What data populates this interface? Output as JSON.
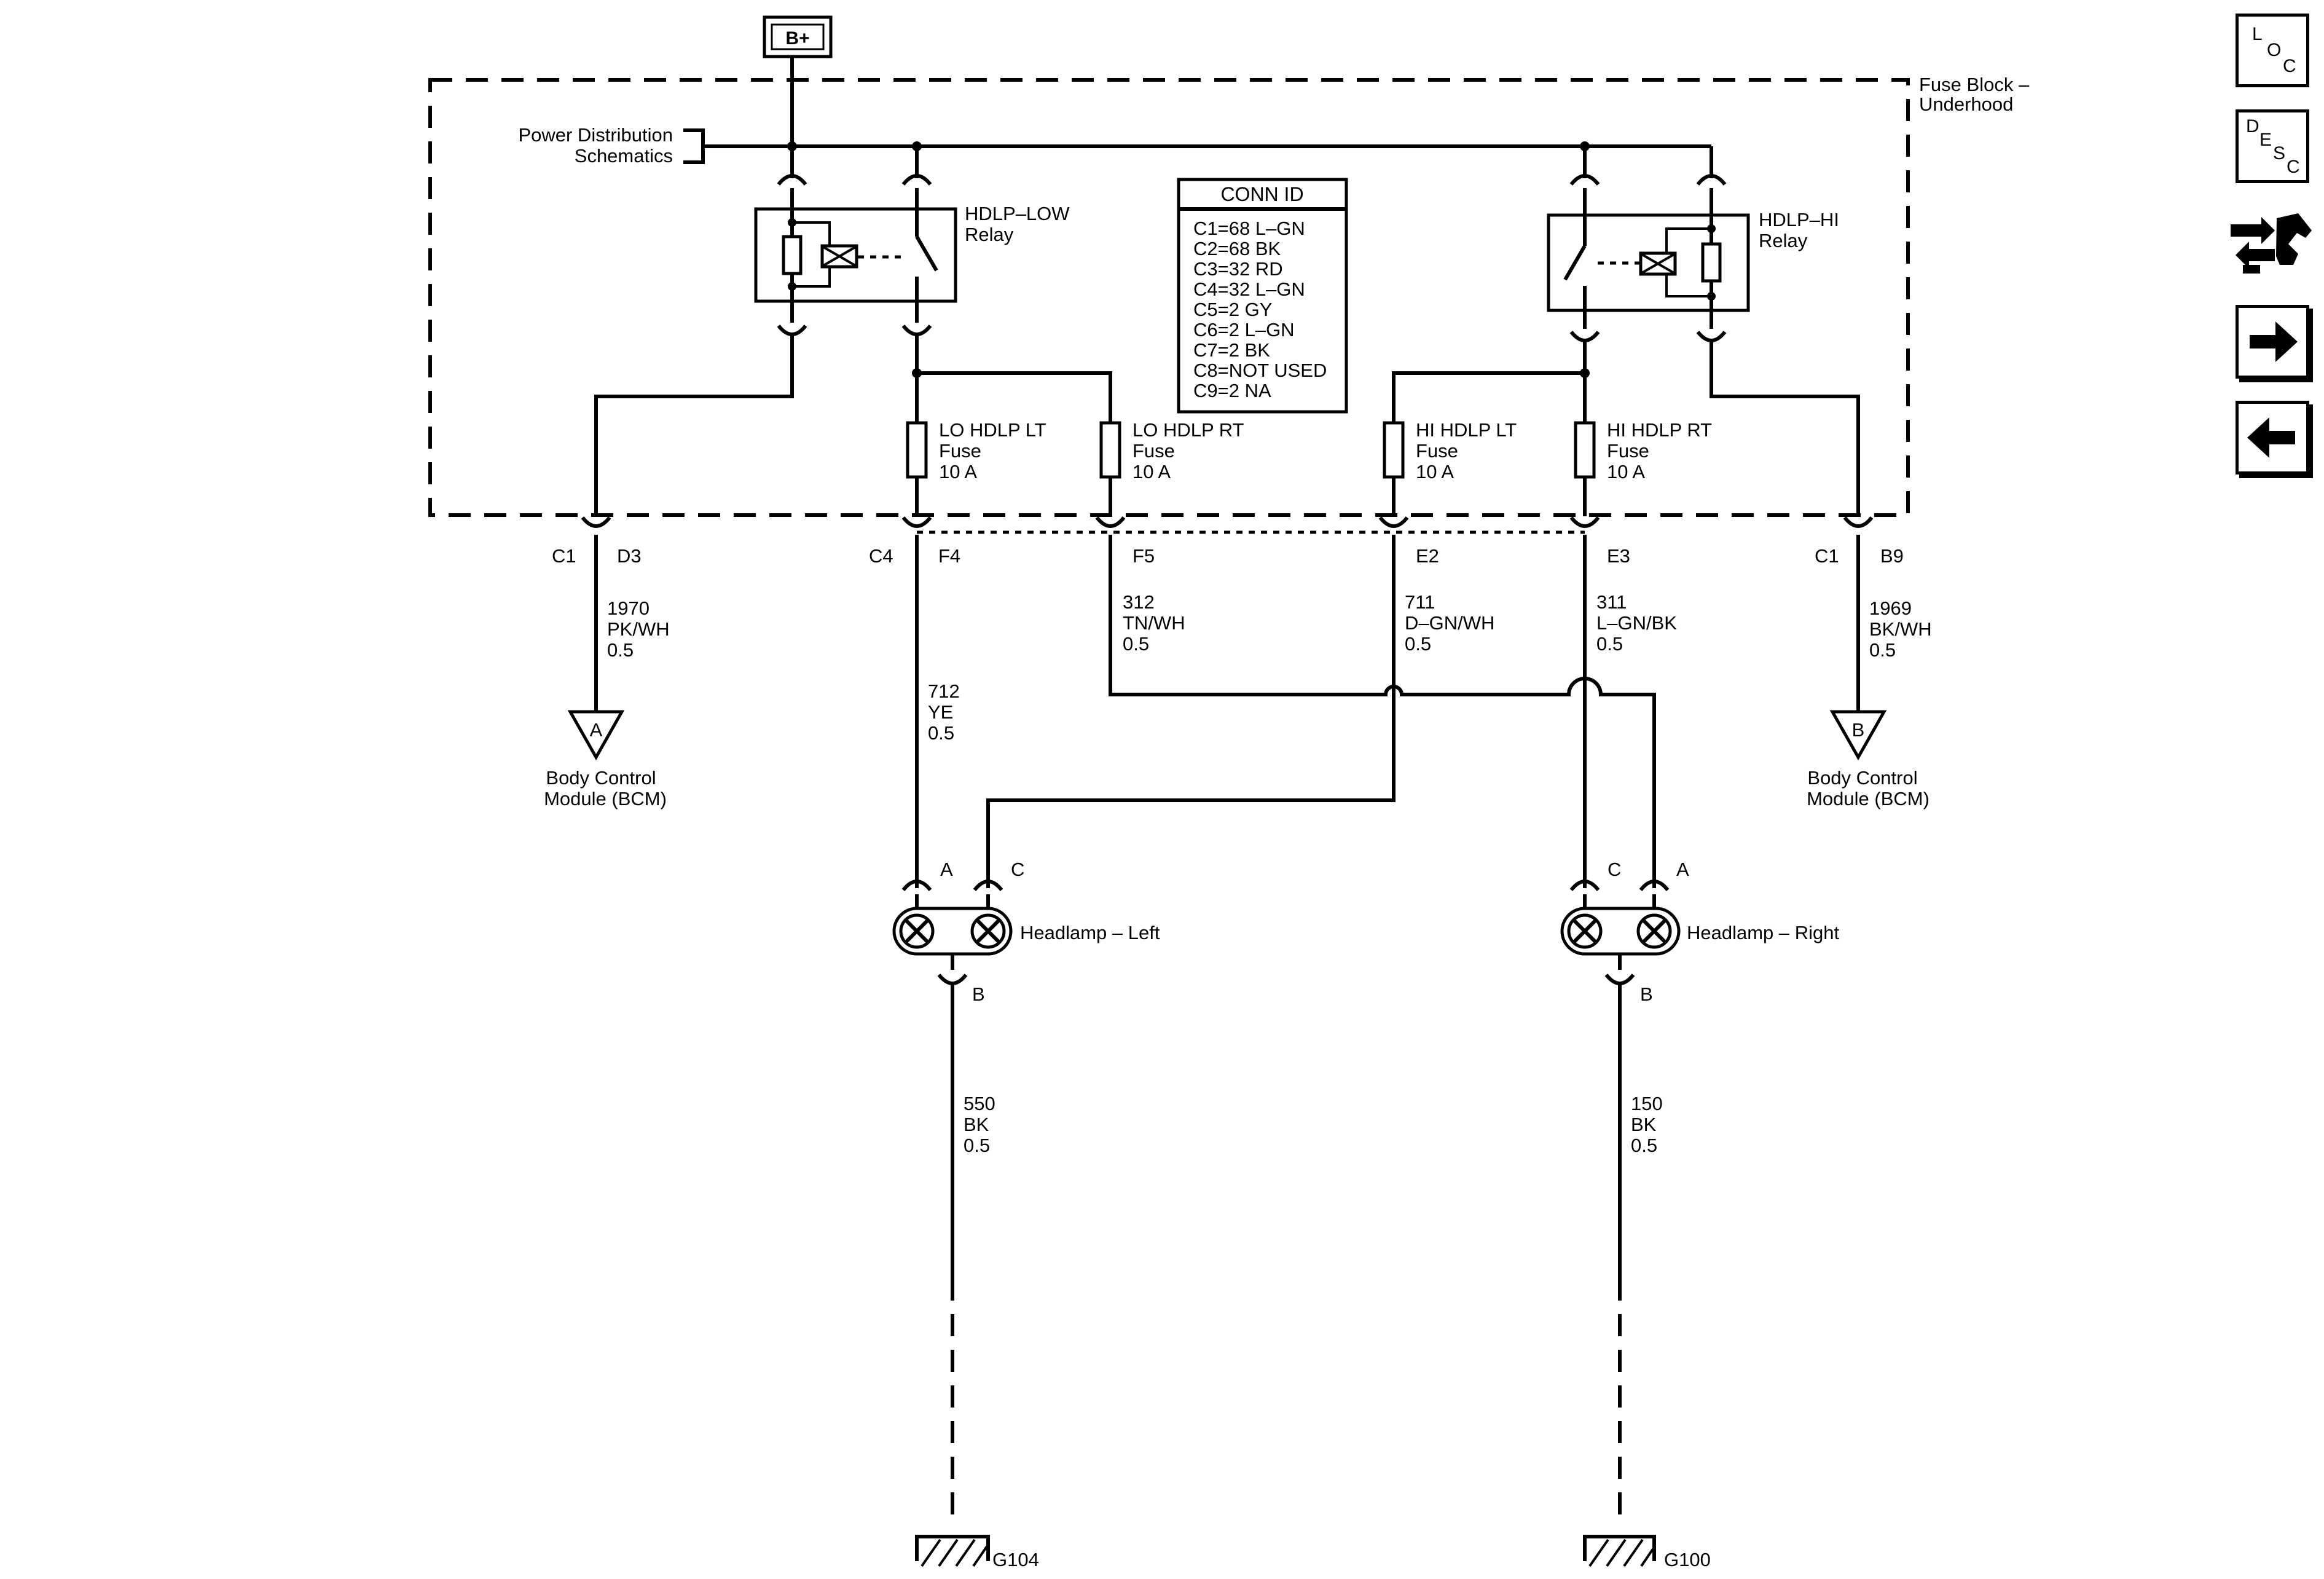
{
  "source_label": "B+",
  "fuse_block_label_1": "Fuse Block –",
  "fuse_block_label_2": "Underhood",
  "power_dist_1": "Power Distribution",
  "power_dist_2": "Schematics",
  "relay_low_1": "HDLP–LOW",
  "relay_low_2": "Relay",
  "relay_hi_1": "HDLP–HI",
  "relay_hi_2": "Relay",
  "conn_id": {
    "title": "CONN ID",
    "rows": [
      "C1=68 L–GN",
      "C2=68 BK",
      "C3=32 RD",
      "C4=32 L–GN",
      "C5=2 GY",
      "C6=2 L–GN",
      "C7=2 BK",
      "C8=NOT USED",
      "C9=2 NA"
    ]
  },
  "fuses": [
    {
      "name": "LO HDLP LT",
      "type": "Fuse",
      "rating": "10 A"
    },
    {
      "name": "LO HDLP RT",
      "type": "Fuse",
      "rating": "10 A"
    },
    {
      "name": "HI HDLP LT",
      "type": "Fuse",
      "rating": "10 A"
    },
    {
      "name": "HI HDLP RT",
      "type": "Fuse",
      "rating": "10 A"
    }
  ],
  "pins": {
    "c1_left": "C1",
    "d3": "D3",
    "c4": "C4",
    "f4": "F4",
    "f5": "F5",
    "e2": "E2",
    "e3": "E3",
    "c1_right": "C1",
    "b9": "B9"
  },
  "wires": {
    "w1970": {
      "circuit": "1970",
      "color": "PK/WH",
      "gauge": "0.5"
    },
    "w712": {
      "circuit": "712",
      "color": "YE",
      "gauge": "0.5"
    },
    "w312": {
      "circuit": "312",
      "color": "TN/WH",
      "gauge": "0.5"
    },
    "w711": {
      "circuit": "711",
      "color": "D–GN/WH",
      "gauge": "0.5"
    },
    "w311": {
      "circuit": "311",
      "color": "L–GN/BK",
      "gauge": "0.5"
    },
    "w1969": {
      "circuit": "1969",
      "color": "BK/WH",
      "gauge": "0.5"
    },
    "w550": {
      "circuit": "550",
      "color": "BK",
      "gauge": "0.5"
    },
    "w150": {
      "circuit": "150",
      "color": "BK",
      "gauge": "0.5"
    }
  },
  "bcm_left": {
    "letter": "A",
    "line1": "Body Control",
    "line2": "Module (BCM)"
  },
  "bcm_right": {
    "letter": "B",
    "line1": "Body Control",
    "line2": "Module (BCM)"
  },
  "headlamp_left": {
    "label": "Headlamp – Left",
    "pin_a": "A",
    "pin_c": "C",
    "pin_b": "B"
  },
  "headlamp_right": {
    "label": "Headlamp – Right",
    "pin_c": "C",
    "pin_a": "A",
    "pin_b": "B"
  },
  "ground_left": "G104",
  "ground_right": "G100",
  "nav": {
    "loc": [
      "L",
      "O",
      "C"
    ],
    "desc": [
      "D",
      "E",
      "S",
      "C"
    ]
  }
}
